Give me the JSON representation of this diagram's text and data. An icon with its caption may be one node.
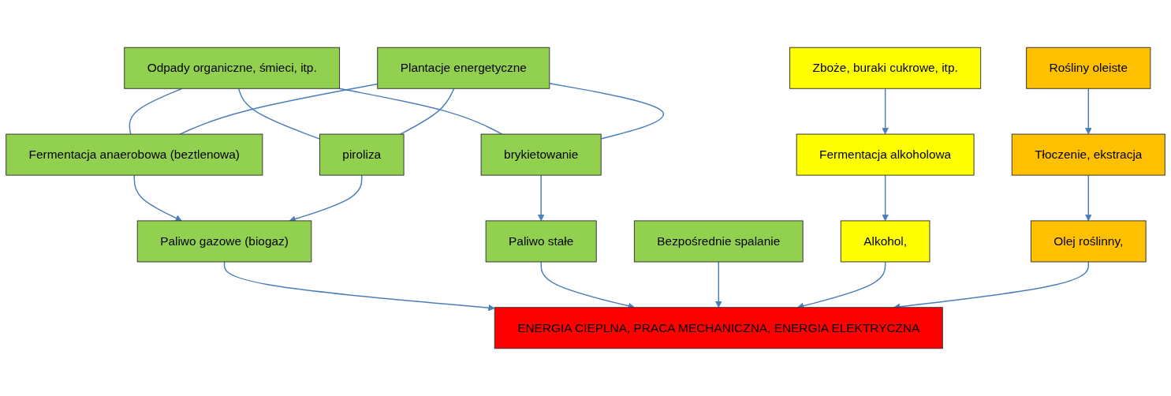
{
  "diagram": {
    "nodes": [
      {
        "text": [
          "Odpady organiczne, śmieci, itp."
        ]
      },
      {
        "text": [
          "Plantacje energetyczne"
        ]
      },
      {
        "text": [
          "Zboże, buraki cukrowe, itp."
        ]
      },
      {
        "text": [
          "Rośliny oleiste"
        ]
      },
      {
        "text": [
          "Fermentacja anaerobowa (beztlenowa)"
        ]
      },
      {
        "text": [
          "piroliza"
        ]
      },
      {
        "text": [
          "brykietowanie"
        ]
      },
      {
        "text": [
          "Bezpośrednie spalanie"
        ]
      },
      {
        "text": [
          "Fermentacja alkoholowa"
        ]
      },
      {
        "text": [
          "Tłoczenie, ekstracja"
        ]
      },
      {
        "text": [
          "Paliwo gazowe (biogaz)"
        ]
      },
      {
        "text": [
          "Paliwo stałe"
        ]
      },
      {
        "text": [
          "Alkohol,"
        ]
      },
      {
        "text": [
          "Olej roślinny,"
        ]
      },
      {
        "text": [
          "ENERGIA CIEPLNA, PRACA MECHANICZNA, ENERGIA ELEKTRYCZNA"
        ]
      }
    ],
    "edges": [
      {
        "from": 0,
        "to": 4,
        "arrow": "none"
      },
      {
        "from": 0,
        "to": 5,
        "arrow": "none"
      },
      {
        "from": 0,
        "to": 6,
        "arrow": "none"
      },
      {
        "from": 1,
        "to": 4,
        "arrow": "none"
      },
      {
        "from": 1,
        "to": 5,
        "arrow": "none"
      },
      {
        "from": 1,
        "to": 6,
        "arrow": "none"
      },
      {
        "from": 4,
        "to": 10,
        "arrow": "to"
      },
      {
        "from": 5,
        "to": 10,
        "arrow": "to"
      },
      {
        "from": 6,
        "to": 11,
        "arrow": "to"
      },
      {
        "from": 2,
        "to": 8,
        "arrow": "to"
      },
      {
        "from": 8,
        "to": 12,
        "arrow": "to"
      },
      {
        "from": 3,
        "to": 9,
        "arrow": "to"
      },
      {
        "from": 9,
        "to": 13,
        "arrow": "to"
      },
      {
        "from": 10,
        "to": 14,
        "arrow": "to"
      },
      {
        "from": 11,
        "to": 14,
        "arrow": "to"
      },
      {
        "from": 7,
        "to": 14,
        "arrow": "to"
      },
      {
        "from": 12,
        "to": 14,
        "arrow": "to"
      },
      {
        "from": 13,
        "to": 14,
        "arrow": "to"
      }
    ]
  }
}
